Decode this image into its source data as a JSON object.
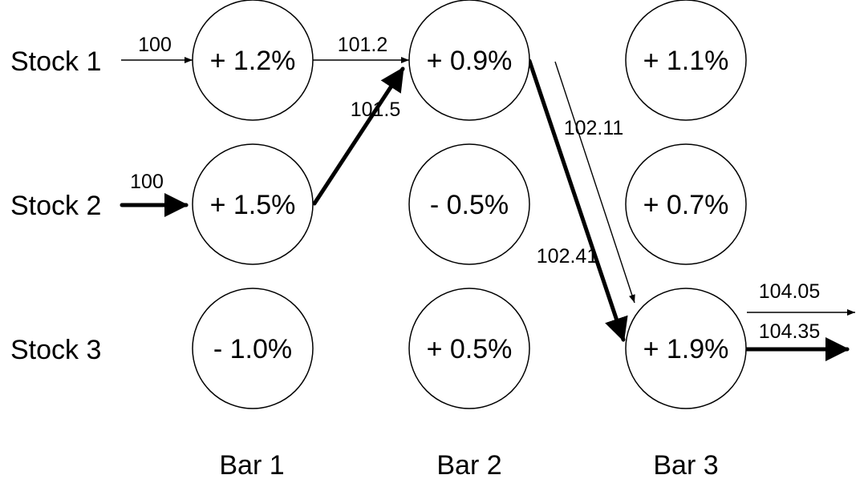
{
  "rows": [
    "Stock 1",
    "Stock 2",
    "Stock 3"
  ],
  "columns": [
    "Bar 1",
    "Bar 2",
    "Bar 3"
  ],
  "nodes": [
    [
      "+ 1.2%",
      "+ 0.9%",
      "+ 1.1%"
    ],
    [
      "+ 1.5%",
      "- 0.5%",
      "+ 0.7%"
    ],
    [
      "- 1.0%",
      "+ 0.5%",
      "+ 1.9%"
    ]
  ],
  "edges": {
    "start_1": "100",
    "start_2": "100",
    "s1b1_to_s1b2": "101.2",
    "s2b1_to_s1b2": "101.5",
    "s1b2_to_s3b3_thin": "102.11",
    "s1b2_to_s3b3_thick": "102.41",
    "out_thin": "104.05",
    "out_thick": "104.35"
  }
}
